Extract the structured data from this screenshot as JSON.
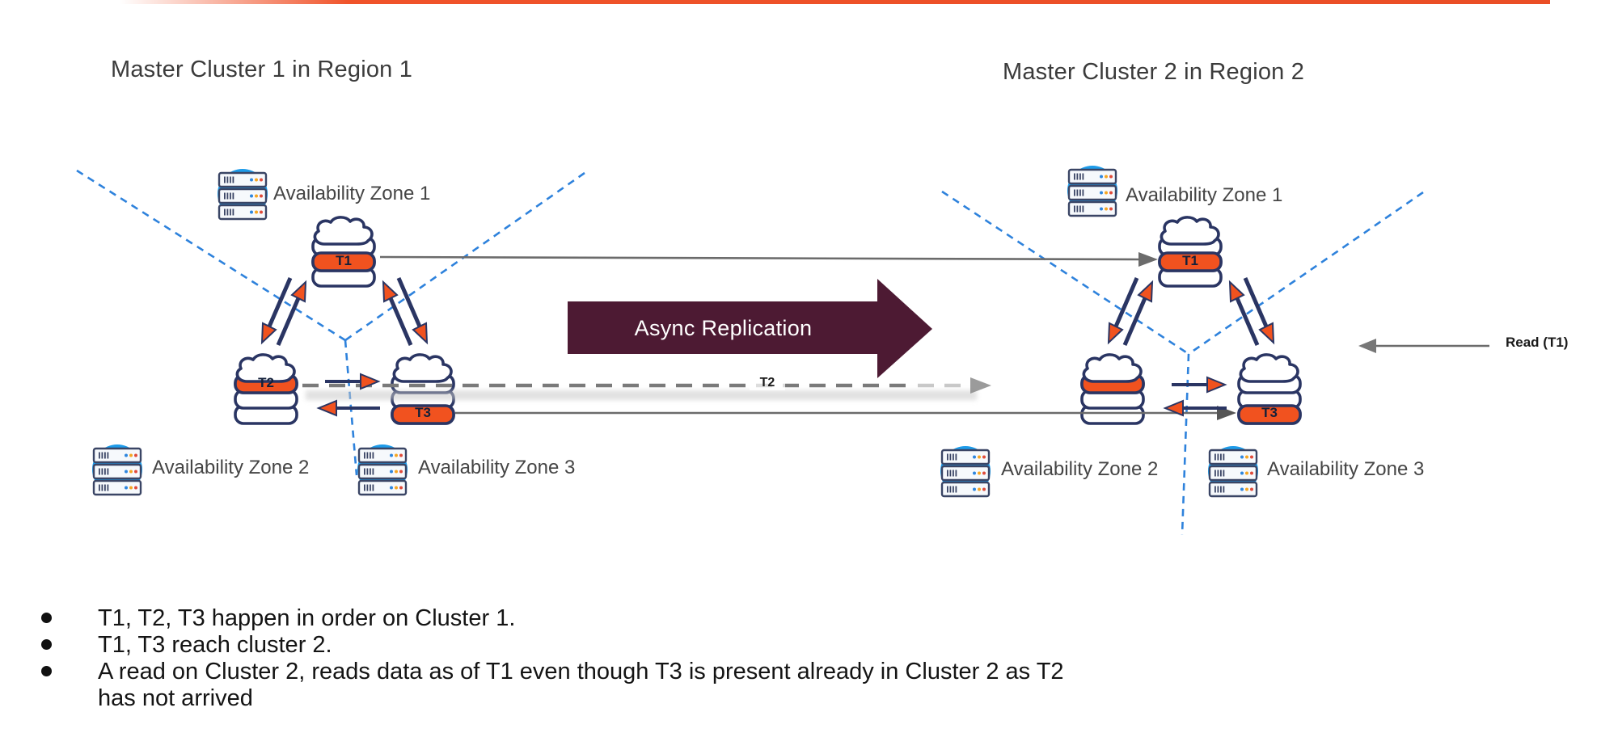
{
  "titles": {
    "cluster1": "Master Cluster 1 in Region 1",
    "cluster2": "Master Cluster 2 in Region 2"
  },
  "clusters": {
    "cluster1": {
      "zone1": "Availability Zone 1",
      "zone2": "Availability Zone 2",
      "zone3": "Availability Zone 3",
      "db1": "T1",
      "db2": "T2",
      "db3": "T3"
    },
    "cluster2": {
      "zone1": "Availability Zone 1",
      "zone2": "Availability Zone 2",
      "zone3": "Availability Zone 3",
      "db1": "T1",
      "db2": "",
      "db3": "T3"
    }
  },
  "replication": {
    "async_label": "Async Replication",
    "t2_inflight_label": "T2",
    "read_label": "Read (T1)"
  },
  "notes": {
    "bullet1": "T1, T2, T3 happen in order on Cluster 1.",
    "bullet2": "T1, T3 reach cluster 2.",
    "bullet3": "A read on Cluster 2, reads data as of T1 even though T3 is present already in Cluster 2 as T2",
    "bullet3_cont": "has not arrived"
  },
  "colors": {
    "accent_orange": "#F1521F",
    "navy_outline": "#2A3563",
    "zone_dash_blue": "#2E82DC",
    "server_circle_blue": "#1E9BE9",
    "async_arrow_maroon": "#4D1A33",
    "line_gray": "#6B6B6B",
    "top_bar_orange": "#EA4E26"
  },
  "icons": {
    "server": "server-rack-icon",
    "database": "database-cloud-icon"
  }
}
